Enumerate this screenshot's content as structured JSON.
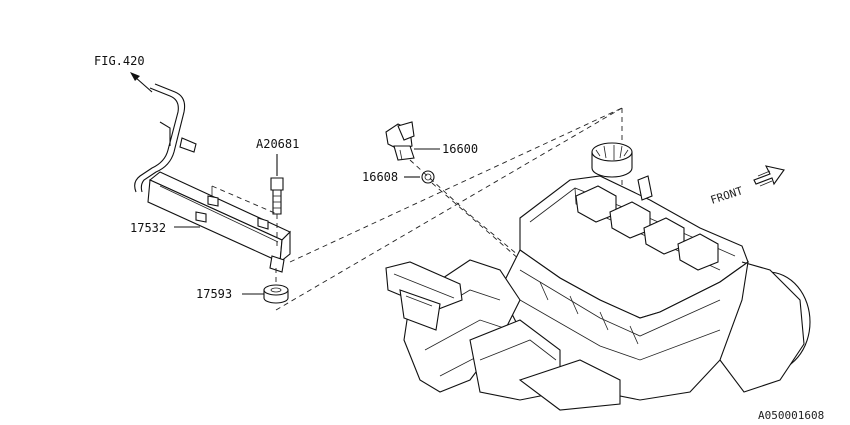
{
  "labels": {
    "fig_ref": "FIG.420",
    "bolt": "A20681",
    "fuel_rail": "17532",
    "insulator": "17593",
    "injector": "16600",
    "seal": "16608",
    "front": "FRONT"
  },
  "diagram_id": "A050001608"
}
